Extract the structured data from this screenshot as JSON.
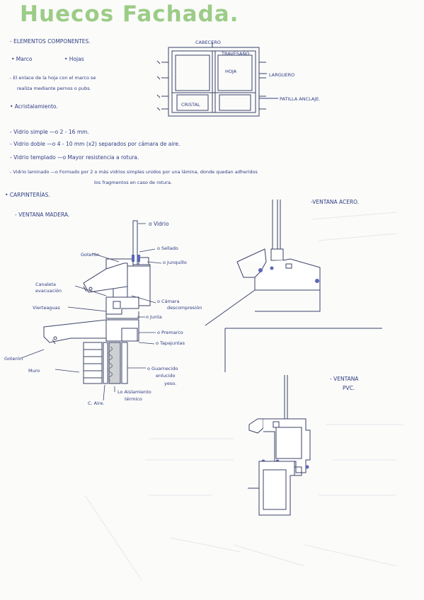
{
  "title": "Huecos Fachada.",
  "intro": {
    "elementos": "- ELEMENTOS COMPONENTES.",
    "marco": "• Marco",
    "hojas": "• Hojas",
    "enlace_1": "- El enlace de la hoja con el marco se",
    "enlace_2": "realiza mediante pernos o pubs.",
    "acristalamiento": "• Acristalamiento."
  },
  "window_diagram": {
    "cabecero": "CABECERO",
    "travesano": "TRAVESAÑO",
    "hoja": "HOJA",
    "larguero": "LARGUERO",
    "cristal": "CRISTAL",
    "patilla": "PATILLA ANCLAJE."
  },
  "vidrios": [
    "- Vidrio simple —o 2 - 16 mm.",
    "- Vidrio doble —o 4 - 10 mm (x2) separados por cámara de aire.",
    "- Vidrio templado —o Mayor resistencia a rotura.",
    "- Vidrio laminado —o Formado por 2 o más vidrios simples unidos por una lámina, donde quedan adheridos",
    "los fragmentos en caso de rotura."
  ],
  "carpinterias": "• CARPINTERÍAS.",
  "madera": {
    "heading": "- VENTANA MADERA.",
    "vidrio": "o Vidrio",
    "sellado": "o Sellado",
    "junquillo": "o Junquillo",
    "goteron": "Goterón",
    "canaleta_1": "Canaleta",
    "canaleta_2": "evacuación",
    "vierteaguas": "Vierteaguas",
    "camara_1": "o Cámara",
    "camara_2": "descompresión",
    "junta": "o Junta",
    "premarco": "o Premarco",
    "tapajuntas": "o Tapajuntas",
    "goteron2": "Goterón",
    "muro": "Muro",
    "guarnecido_1": "o Guarnecido",
    "guarnecido_2": "enlucido",
    "guarnecido_3": "yeso.",
    "aislamiento_1": "Lo Aislamiento",
    "aislamiento_2": "térmico",
    "camara_aire": "C. Aire."
  },
  "acero": {
    "heading": "-VENTANA ACERO."
  },
  "pvc": {
    "heading_1": "- VENTANA",
    "heading_2": "PVC."
  },
  "colors": {
    "ink": "#2f3d82",
    "title": "#9ccc86",
    "wood": "#b9bcc8"
  }
}
